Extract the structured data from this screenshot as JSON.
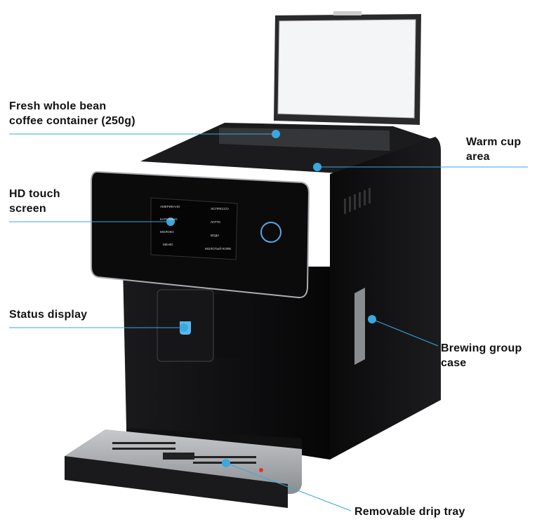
{
  "callouts": {
    "bean_container": [
      "Fresh whole bean",
      "coffee container (250g)"
    ],
    "warm_cup": [
      "Warm cup",
      "area"
    ],
    "touch_screen": [
      "HD touch",
      "screen"
    ],
    "status_display": "Status display",
    "brewing_group": [
      "Brewing group",
      "case"
    ],
    "drip_tray": "Removable drip tray"
  },
  "screen_menu": [
    "АМЕРИКАНО",
    "ЭСПРЕССО",
    "КАПУЧИНО",
    "ЛАТТЕ",
    "МОЛОКО",
    "ВОДА",
    "МЕНЮ",
    "МОЛОТЫЙ КОФЕ"
  ],
  "colors": {
    "accent": "#3aa7e0",
    "machine": "#0d0d0f",
    "trim": "#b8bcc0"
  }
}
